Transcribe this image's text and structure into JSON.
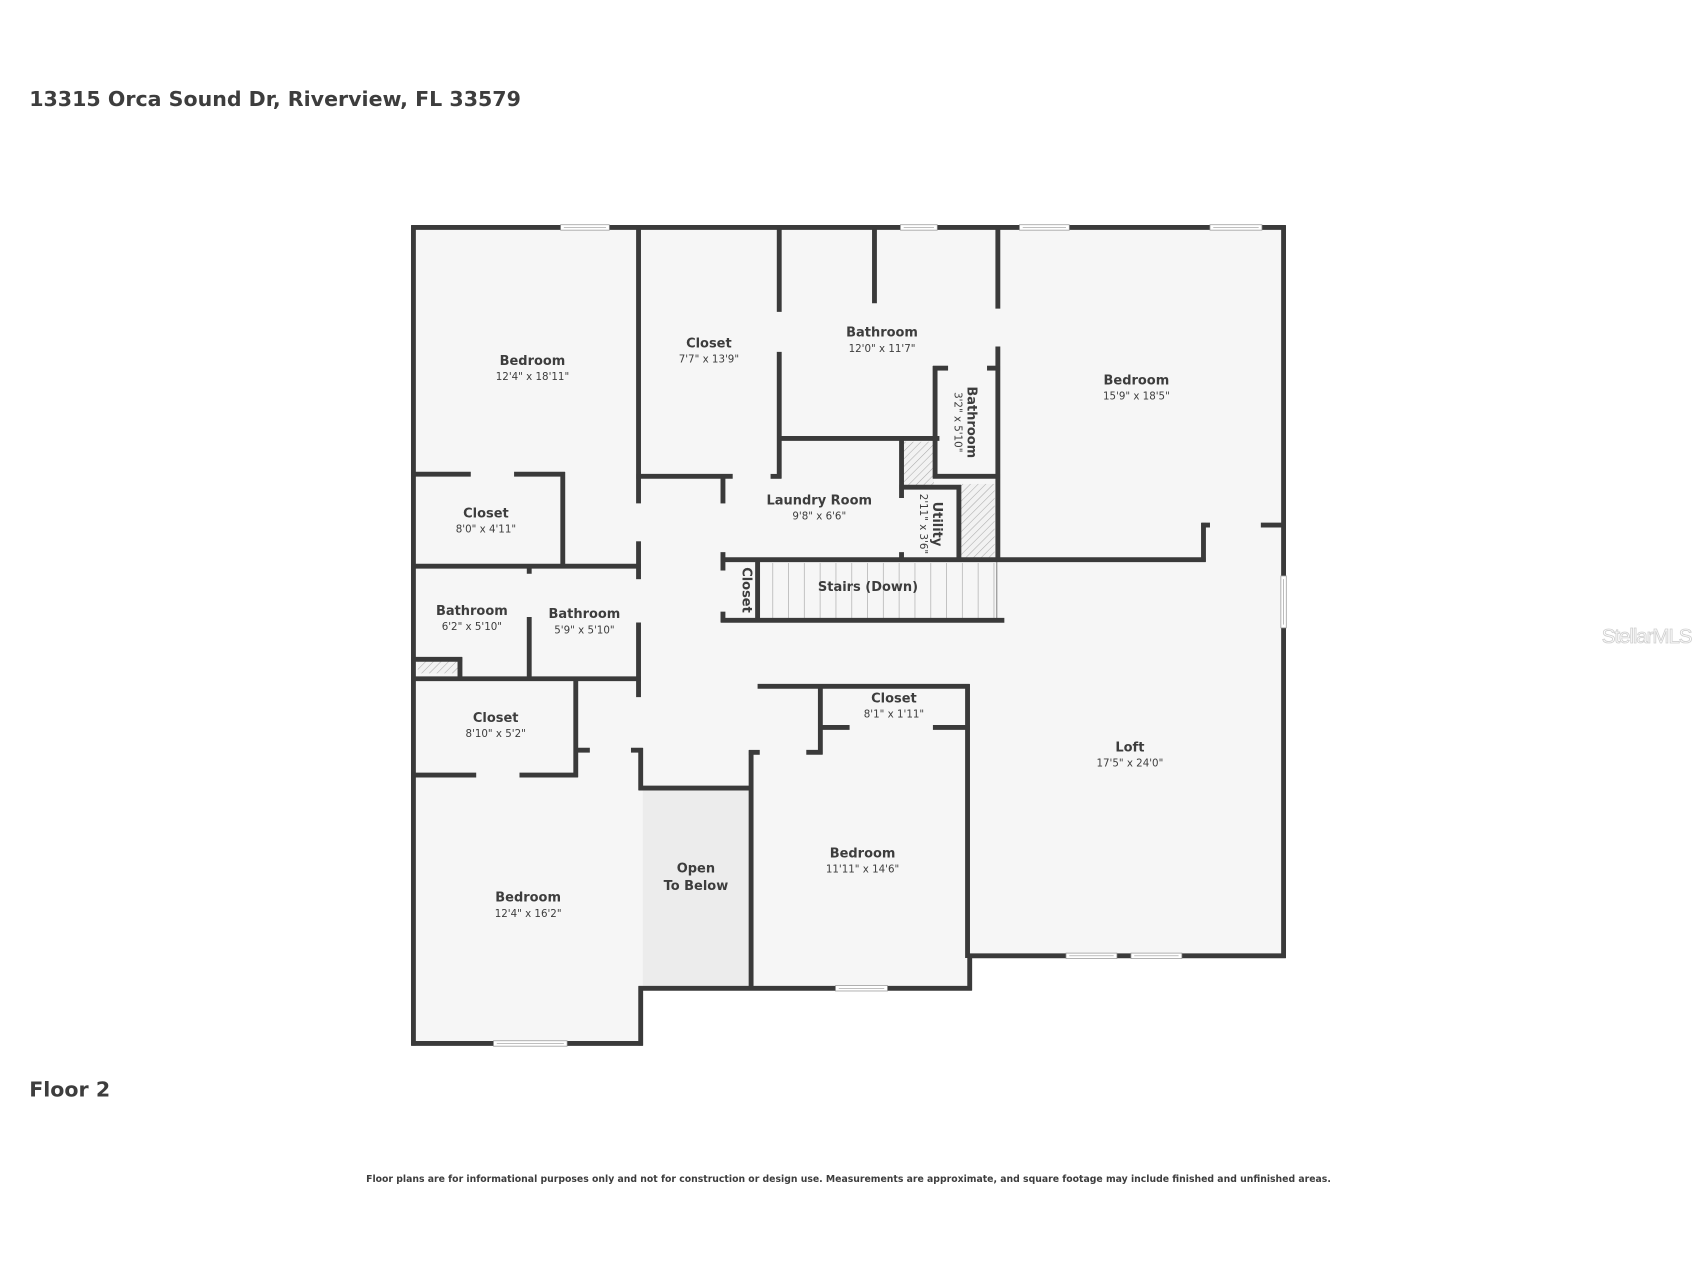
{
  "header": {
    "address": "13315 Orca Sound Dr, Riverview, FL 33579"
  },
  "floor_label": "Floor 2",
  "disclaimer": "Floor plans are for informational purposes only and not for construction or design use. Measurements are approximate, and square footage may include finished and unfinished areas.",
  "watermark": "StellarMLS",
  "colors": {
    "wall": "#3a3a3a",
    "floor": "#f6f6f6",
    "open_to_below": "#ececec",
    "text": "#3d3d3d"
  },
  "rooms": [
    {
      "name": "Bedroom",
      "dims": "12'4\" x 18'11\""
    },
    {
      "name": "Closet",
      "dims": "7'7\" x 13'9\""
    },
    {
      "name": "Bathroom",
      "dims": "12'0\" x 11'7\""
    },
    {
      "name": "Bathroom",
      "dims": "3'2\" x 5'10\""
    },
    {
      "name": "Bedroom",
      "dims": "15'9\" x 18'5\""
    },
    {
      "name": "Closet",
      "dims": "8'0\" x 4'11\""
    },
    {
      "name": "Laundry Room",
      "dims": "9'8\" x 6'6\""
    },
    {
      "name": "Utility",
      "dims": "2'11\" x 3'6\""
    },
    {
      "name": "Stairs (Down)",
      "dims": ""
    },
    {
      "name": "Closet",
      "dims": ""
    },
    {
      "name": "Bathroom",
      "dims": "6'2\" x 5'10\""
    },
    {
      "name": "Bathroom",
      "dims": "5'9\" x 5'10\""
    },
    {
      "name": "Closet",
      "dims": "8'10\" x 5'2\""
    },
    {
      "name": "Closet",
      "dims": "8'1\" x 1'11\""
    },
    {
      "name": "Loft",
      "dims": "17'5\" x 24'0\""
    },
    {
      "name": "Bedroom",
      "dims": "11'11\" x 14'6\""
    },
    {
      "name": "Open",
      "dims": "To Below"
    },
    {
      "name": "Bedroom",
      "dims": "12'4\" x 16'2\""
    }
  ]
}
